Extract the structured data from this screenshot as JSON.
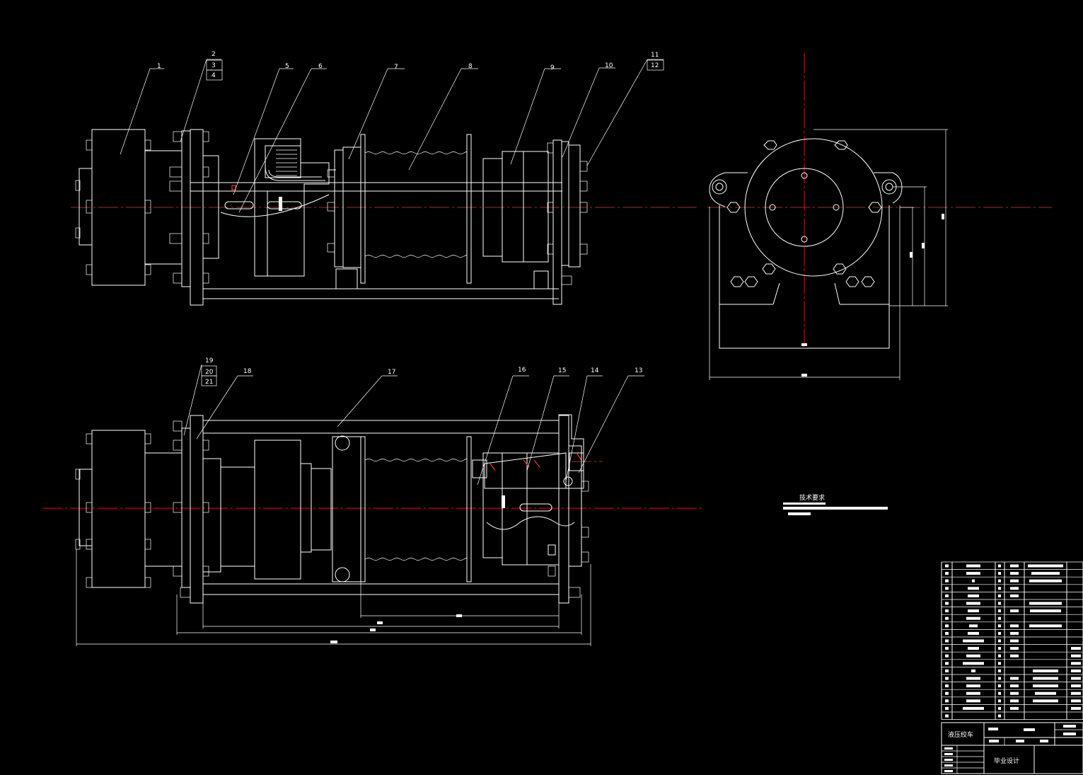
{
  "view_top": {
    "balloons": [
      "1",
      "2",
      "3",
      "4",
      "5",
      "6",
      "7",
      "8",
      "9",
      "10",
      "11",
      "12"
    ]
  },
  "view_bottom": {
    "balloons": [
      "13",
      "14",
      "15",
      "16",
      "17",
      "18",
      "19",
      "20",
      "21"
    ]
  },
  "notes": {
    "heading": "技术要求"
  },
  "title_block": {
    "name": "液压绞车",
    "subtitle": "毕业设计"
  },
  "colors": {
    "background": "#000000",
    "line": "#ffffff",
    "centerline": "#e01010"
  }
}
